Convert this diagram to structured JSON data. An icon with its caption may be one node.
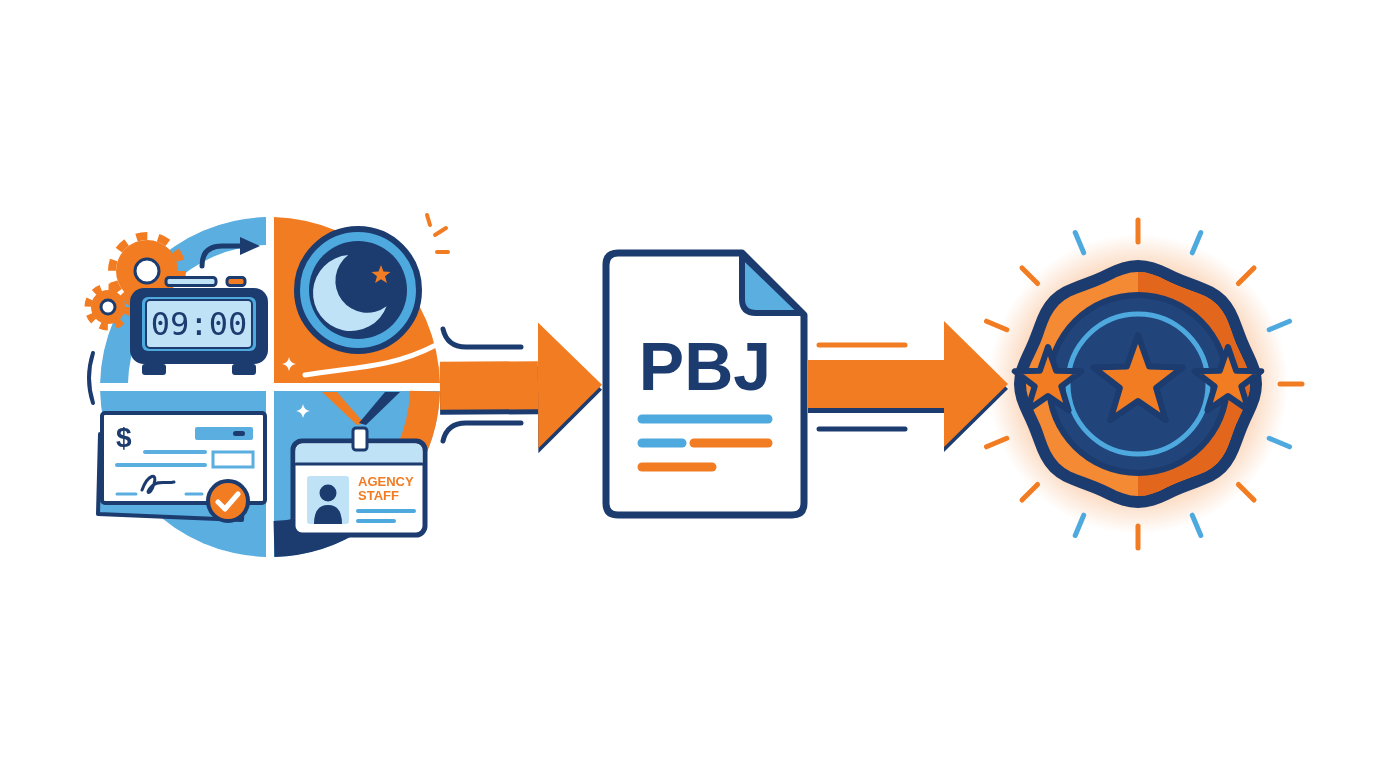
{
  "diagram": {
    "nodes": [
      {
        "text": [],
        "shape": "circle"
      },
      {
        "text": [
          "09:00"
        ],
        "in": 0
      },
      {
        "text": [],
        "shape": "circle",
        "in": 0
      },
      {
        "text": [
          "$"
        ],
        "in": 0
      },
      {
        "text": [
          "AGENCY STAFF"
        ],
        "in": 0
      },
      {
        "text": [
          "PBJ"
        ]
      },
      {
        "text": [],
        "shape": "picture"
      }
    ],
    "edges": [
      {
        "from": 0,
        "to": 5,
        "arrow": "to"
      },
      {
        "from": 5,
        "to": 6,
        "arrow": "to"
      }
    ]
  }
}
